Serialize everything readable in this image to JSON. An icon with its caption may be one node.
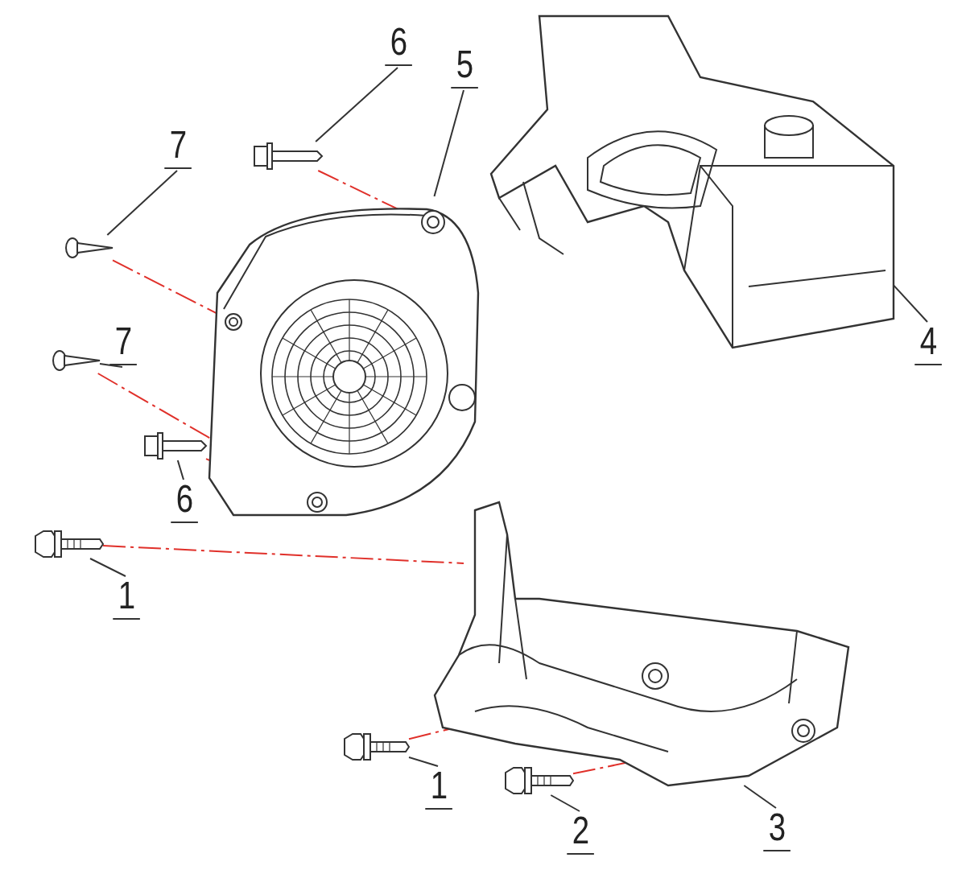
{
  "diagram": {
    "nodes": [
      {
        "text": [
          "6"
        ]
      },
      {
        "text": [],
        "shape": "picture"
      },
      {
        "text": [
          "5"
        ]
      },
      {
        "text": [],
        "shape": "picture"
      },
      {
        "text": [
          "7"
        ]
      },
      {
        "text": [],
        "shape": "picture"
      },
      {
        "text": [
          "7"
        ]
      },
      {
        "text": [],
        "shape": "picture"
      },
      {
        "text": [
          "4"
        ]
      },
      {
        "text": [],
        "shape": "picture"
      },
      {
        "text": [
          "6"
        ]
      },
      {
        "text": [],
        "shape": "picture"
      },
      {
        "text": [
          "1"
        ]
      },
      {
        "text": [],
        "shape": "picture"
      },
      {
        "text": [
          "1"
        ]
      },
      {
        "text": [],
        "shape": "picture"
      },
      {
        "text": [
          "2"
        ]
      },
      {
        "text": [],
        "shape": "picture"
      },
      {
        "text": [
          "3"
        ]
      },
      {
        "text": [],
        "shape": "picture"
      }
    ],
    "edges": [
      {
        "from": 0,
        "to": 1,
        "arrow": "none"
      },
      {
        "from": 2,
        "to": 3,
        "arrow": "none"
      },
      {
        "from": 4,
        "to": 5,
        "arrow": "none"
      },
      {
        "from": 6,
        "to": 7,
        "arrow": "none"
      },
      {
        "from": 8,
        "to": 9,
        "arrow": "none"
      },
      {
        "from": 10,
        "to": 11,
        "arrow": "none"
      },
      {
        "from": 12,
        "to": 13,
        "arrow": "none"
      },
      {
        "from": 14,
        "to": 15,
        "arrow": "none"
      },
      {
        "from": 16,
        "to": 17,
        "arrow": "none"
      },
      {
        "from": 18,
        "to": 19,
        "arrow": "none"
      },
      {
        "from": 1,
        "to": 3,
        "arrow": "none",
        "style": "dashed",
        "color": "#e0302a"
      },
      {
        "from": 5,
        "to": 3,
        "arrow": "none",
        "style": "dashed",
        "color": "#e0302a"
      },
      {
        "from": 7,
        "to": 3,
        "arrow": "none",
        "style": "dashed",
        "color": "#e0302a"
      },
      {
        "from": 11,
        "to": 3,
        "arrow": "none",
        "style": "dashed",
        "color": "#e0302a"
      },
      {
        "from": 13,
        "to": 19,
        "arrow": "none",
        "style": "dashed",
        "color": "#e0302a"
      },
      {
        "from": 15,
        "to": 19,
        "arrow": "none",
        "style": "dashed",
        "color": "#e0302a"
      },
      {
        "from": 17,
        "to": 19,
        "arrow": "none",
        "style": "dashed",
        "color": "#e0302a"
      }
    ]
  }
}
